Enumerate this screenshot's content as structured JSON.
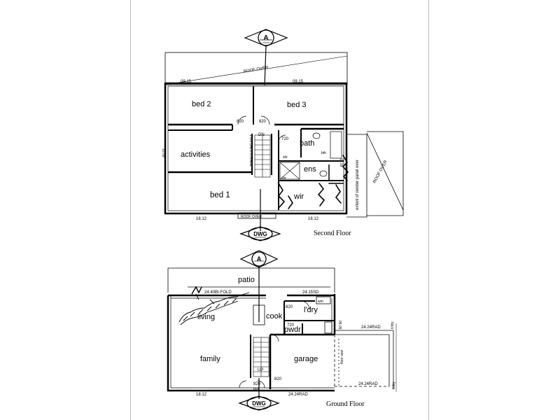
{
  "second_floor": {
    "caption": "Second Floor",
    "section_marker": "A",
    "dwg_marker": "DWG",
    "roof_over_top": "ROOF OVER",
    "roof_over_right": "ROOF OVER",
    "roof_over_bottom": "ROOF OVER",
    "render_note": "extent of render panel over",
    "balustrade": "1.0m BALUSTRADE",
    "dims": {
      "top_left": "09.15",
      "top_right": "09.15",
      "bottom_left": "18.12",
      "bottom_right": "18.12",
      "left_height": "10.09",
      "right_height": "12.09"
    },
    "doors": [
      "820",
      "820",
      "720"
    ],
    "stair": "DN",
    "rooms": {
      "bed2": "bed 2",
      "bed3": "bed 3",
      "activities": "activities",
      "bed1": "bed 1",
      "bath": "bath",
      "bth": "bth",
      "ens": "ens",
      "wir": "wir",
      "shr1": "shr",
      "shr2": "shr"
    }
  },
  "ground_floor": {
    "caption": "Ground Floor",
    "section_marker": "A",
    "dwg_marker": "DWG",
    "patio": "patio",
    "fold_label": "24.40BI-FOLD",
    "ssd_label": "24.15SD",
    "rad_label_1": "24.24RAD",
    "rad_label_2": "24.24RAD",
    "rad_label_3": "24.24RAD",
    "floor_over": "floor over",
    "boundary_1": "b'dry",
    "boundary_2": "b'dry",
    "dims": {
      "bottom_left": "18.12",
      "right_height": "05.05"
    },
    "doors": [
      "820",
      "720",
      "820",
      "820"
    ],
    "stair": "UP",
    "rooms": {
      "living": "living",
      "cook": "cook",
      "ldry": "l'dry",
      "pwdr": "pwdr",
      "family": "family",
      "garage": "garage",
      "por": "por",
      "wm": "wm"
    }
  }
}
